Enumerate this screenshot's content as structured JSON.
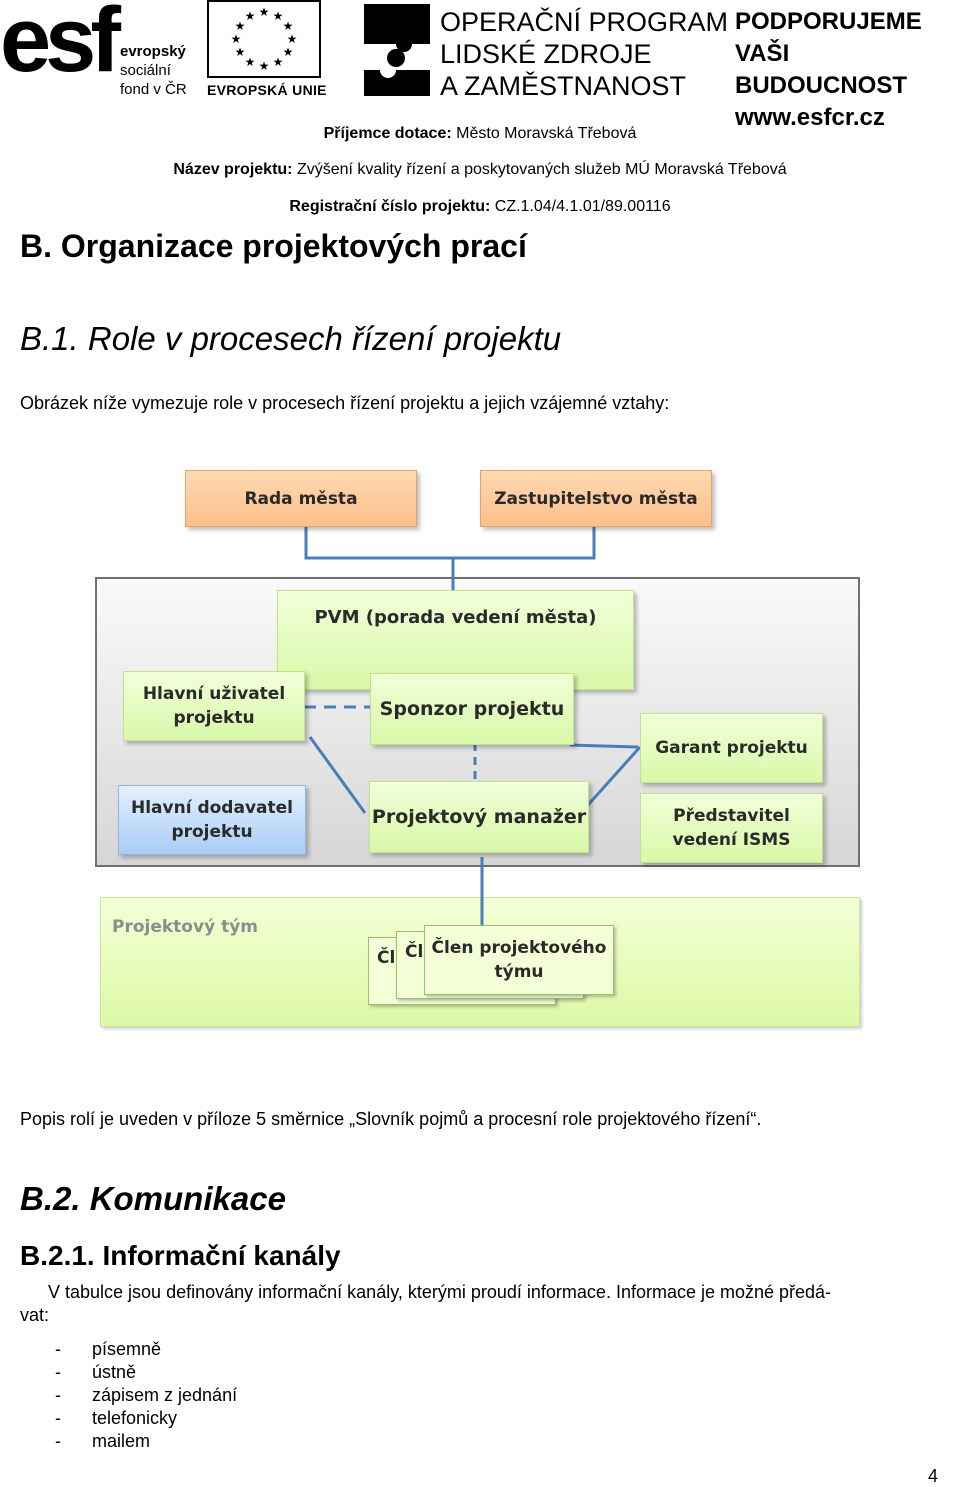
{
  "header": {
    "esf": {
      "big": "esf",
      "line1": "evropský",
      "line2": "sociální",
      "line3": "fond v ČR"
    },
    "eu_label": "EVROPSKÁ UNIE",
    "op_lines": [
      "OPERAČNÍ PROGRAM",
      "LIDSKÉ ZDROJE",
      "A ZAMĚSTNANOST"
    ],
    "pod_lines": [
      "PODPORUJEME",
      "VAŠI BUDOUCNOST",
      "www.esfcr.cz"
    ],
    "recipient": {
      "label": "Příjemce dotace:",
      "value": "Město Moravská Třebová"
    },
    "project_name": {
      "label": "Název projektu:",
      "value": "Zvýšení kvality řízení a poskytovaných služeb MÚ Moravská Třebová"
    },
    "registration": {
      "label": "Registrační číslo projektu:",
      "value": "CZ.1.04/4.1.01/89.00116"
    }
  },
  "section_title": "B. Organizace projektových prací",
  "subsection_title": "B.1. Role v procesech řízení projektu",
  "intro_text": "Obrázek níže vymezuje role v procesech řízení projektu a jejich vzájemné vztahy:",
  "diagram": {
    "rada": "Rada města",
    "zastupitelstvo": "Zastupitelstvo města",
    "pvm": "PVM (porada vedení města)",
    "hlavni_uzivatel": [
      "Hlavní uživatel",
      "projektu"
    ],
    "sponzor": "Sponzor projektu",
    "garant": "Garant projektu",
    "hlavni_dodavatel": [
      "Hlavní dodavatel",
      "projektu"
    ],
    "manazer": "Projektový manažer",
    "predstavitel": [
      "Představitel",
      "vedení ISMS"
    ],
    "tym": "Projektový tým",
    "clen_partial": "Čl",
    "clen": [
      "Člen projektového",
      "týmu"
    ]
  },
  "roles_text": "Popis rolí je uveden v příloze 5 směrnice „Slovník pojmů a procesní role projektového řízení“.",
  "comm_title": "B.2. Komunikace",
  "channels_title": "B.2.1. Informační kanály",
  "channels_text_1": "V tabulce jsou definovány informační kanály, kterými proudí informace. Informace je možné předá-",
  "channels_text_2": "vat:",
  "list_dash": "-",
  "list_items": [
    "písemně",
    "ústně",
    "zápisem z jednání",
    "telefonicky",
    "mailem"
  ],
  "page_number": "4",
  "colors": {
    "connector": "#4a7ebb",
    "esf_text": "#000000"
  }
}
